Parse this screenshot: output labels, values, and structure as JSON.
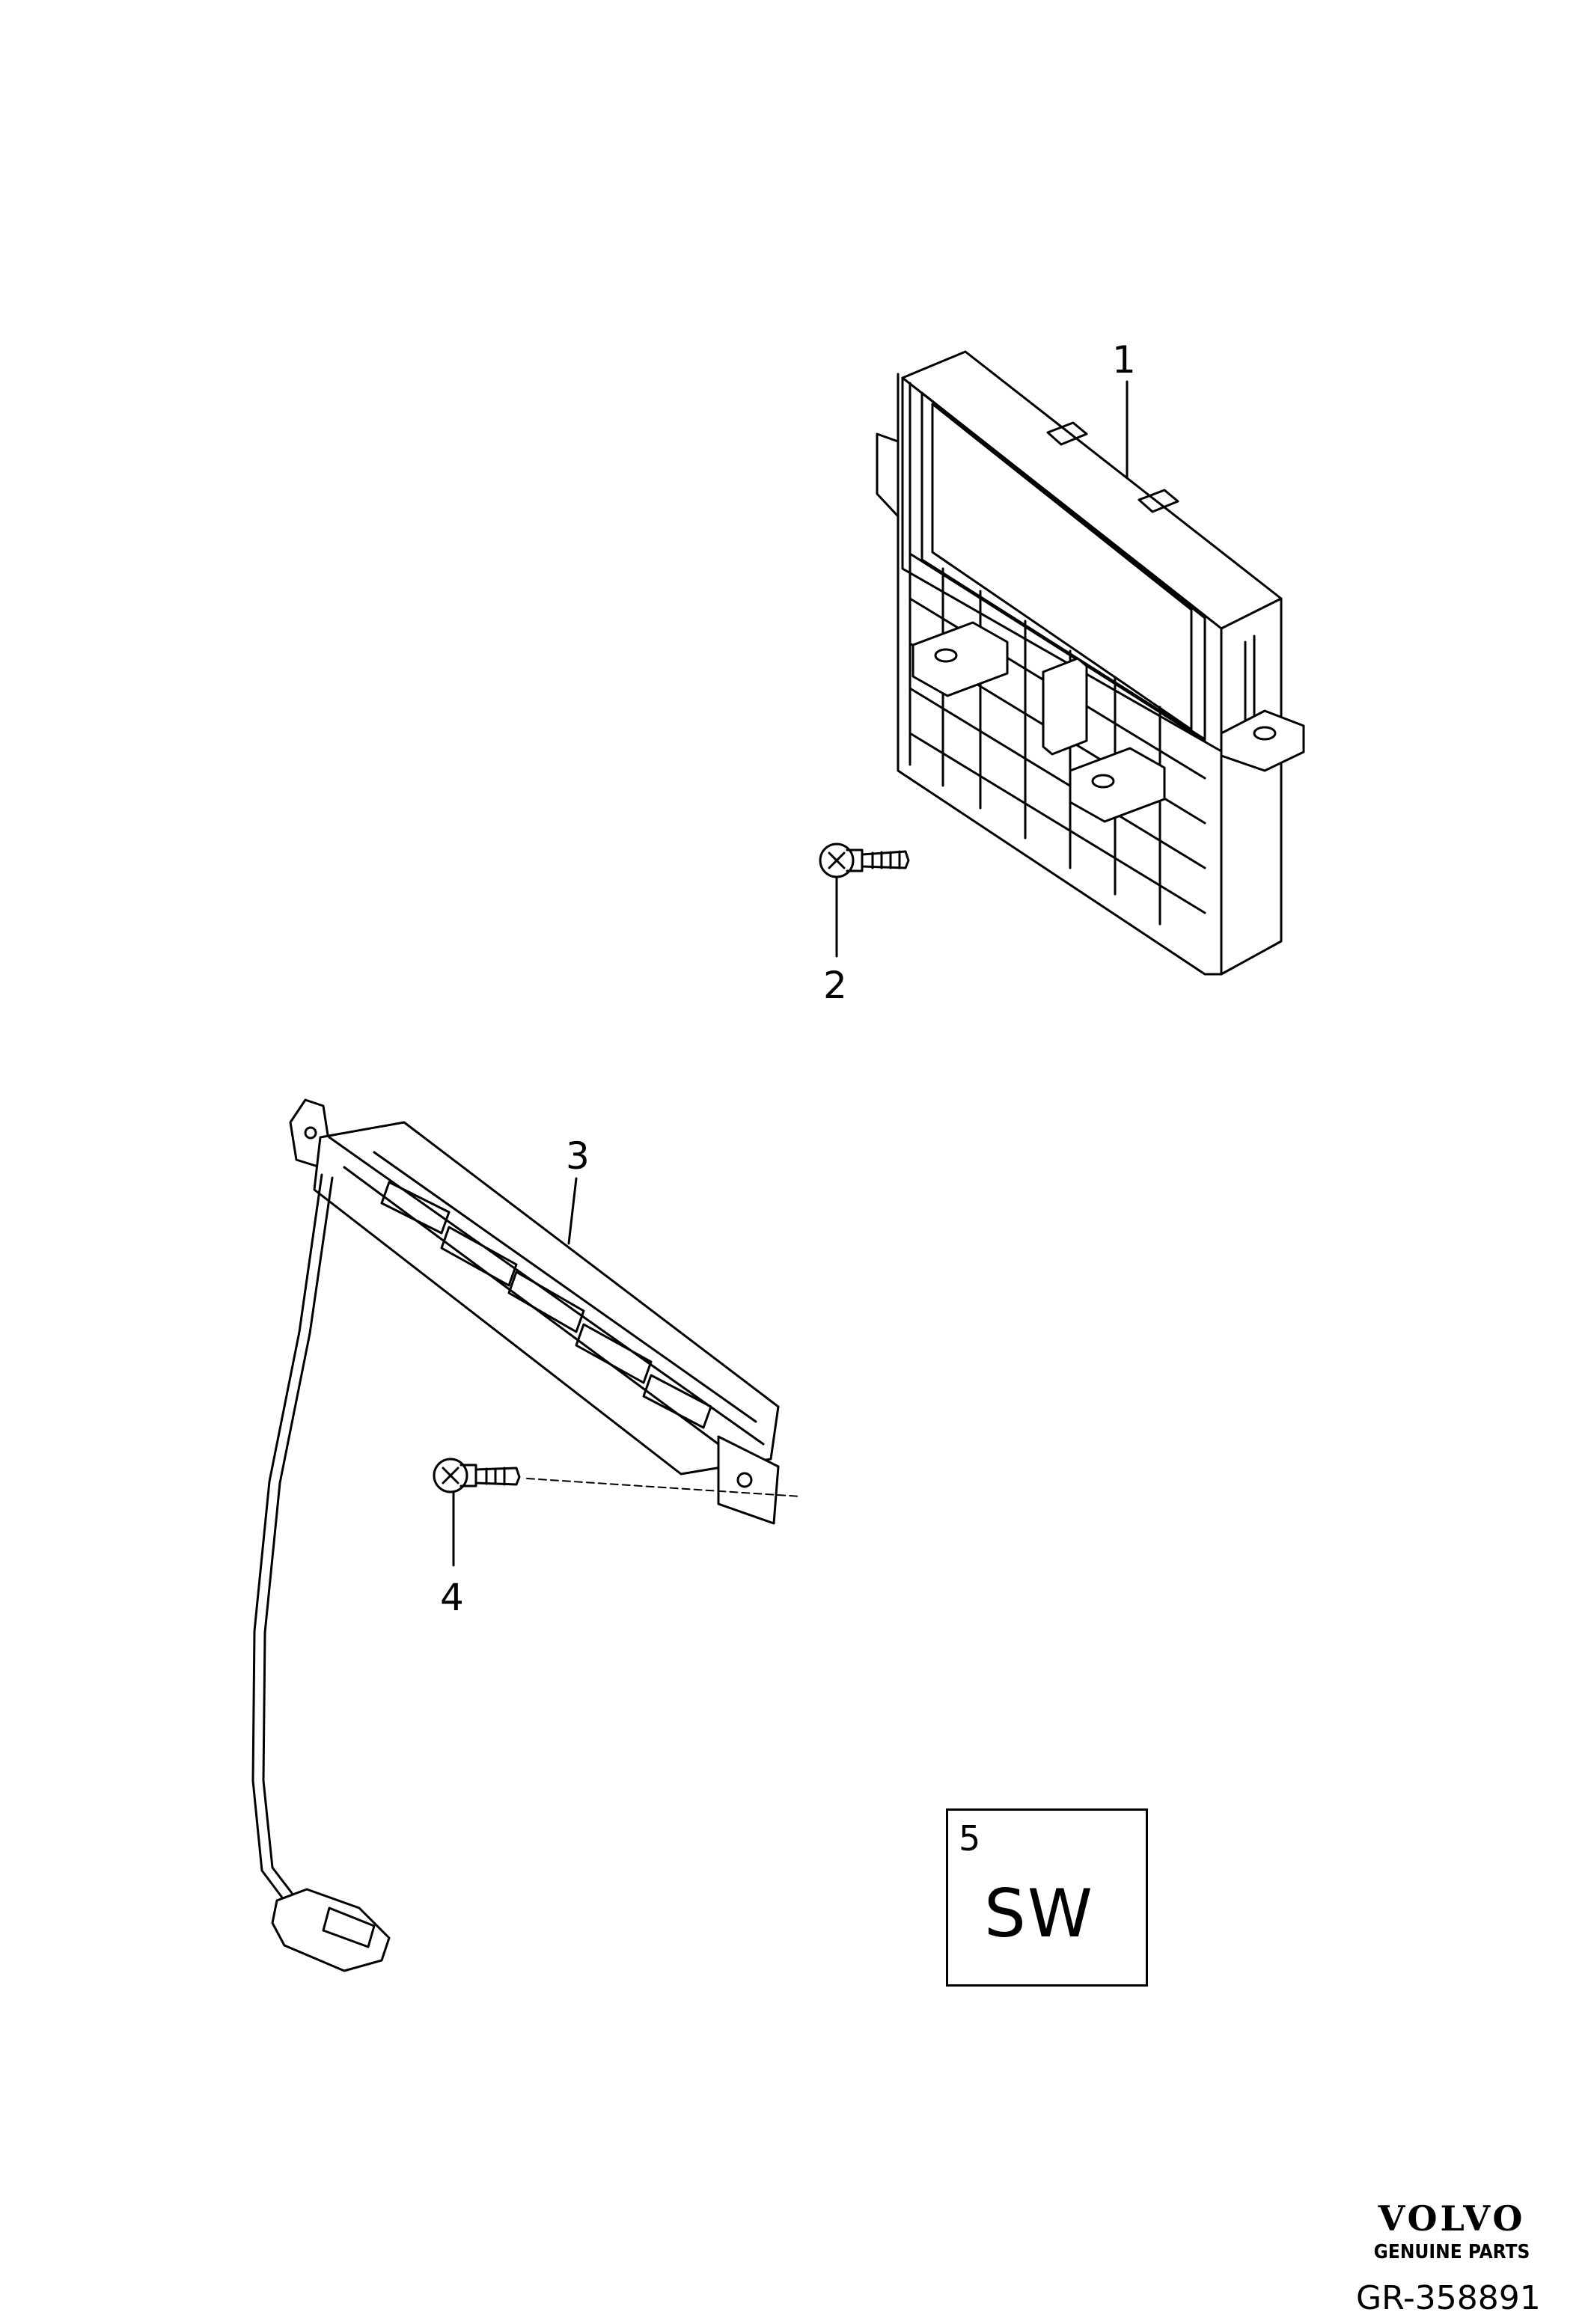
{
  "callouts": {
    "c1": "1",
    "c2": "2",
    "c3": "3",
    "c4": "4"
  },
  "software_box": {
    "number": "5",
    "text": "SW"
  },
  "brand": {
    "name": "VOLVO",
    "tagline": "GENUINE PARTS"
  },
  "reference": "GR-358891"
}
